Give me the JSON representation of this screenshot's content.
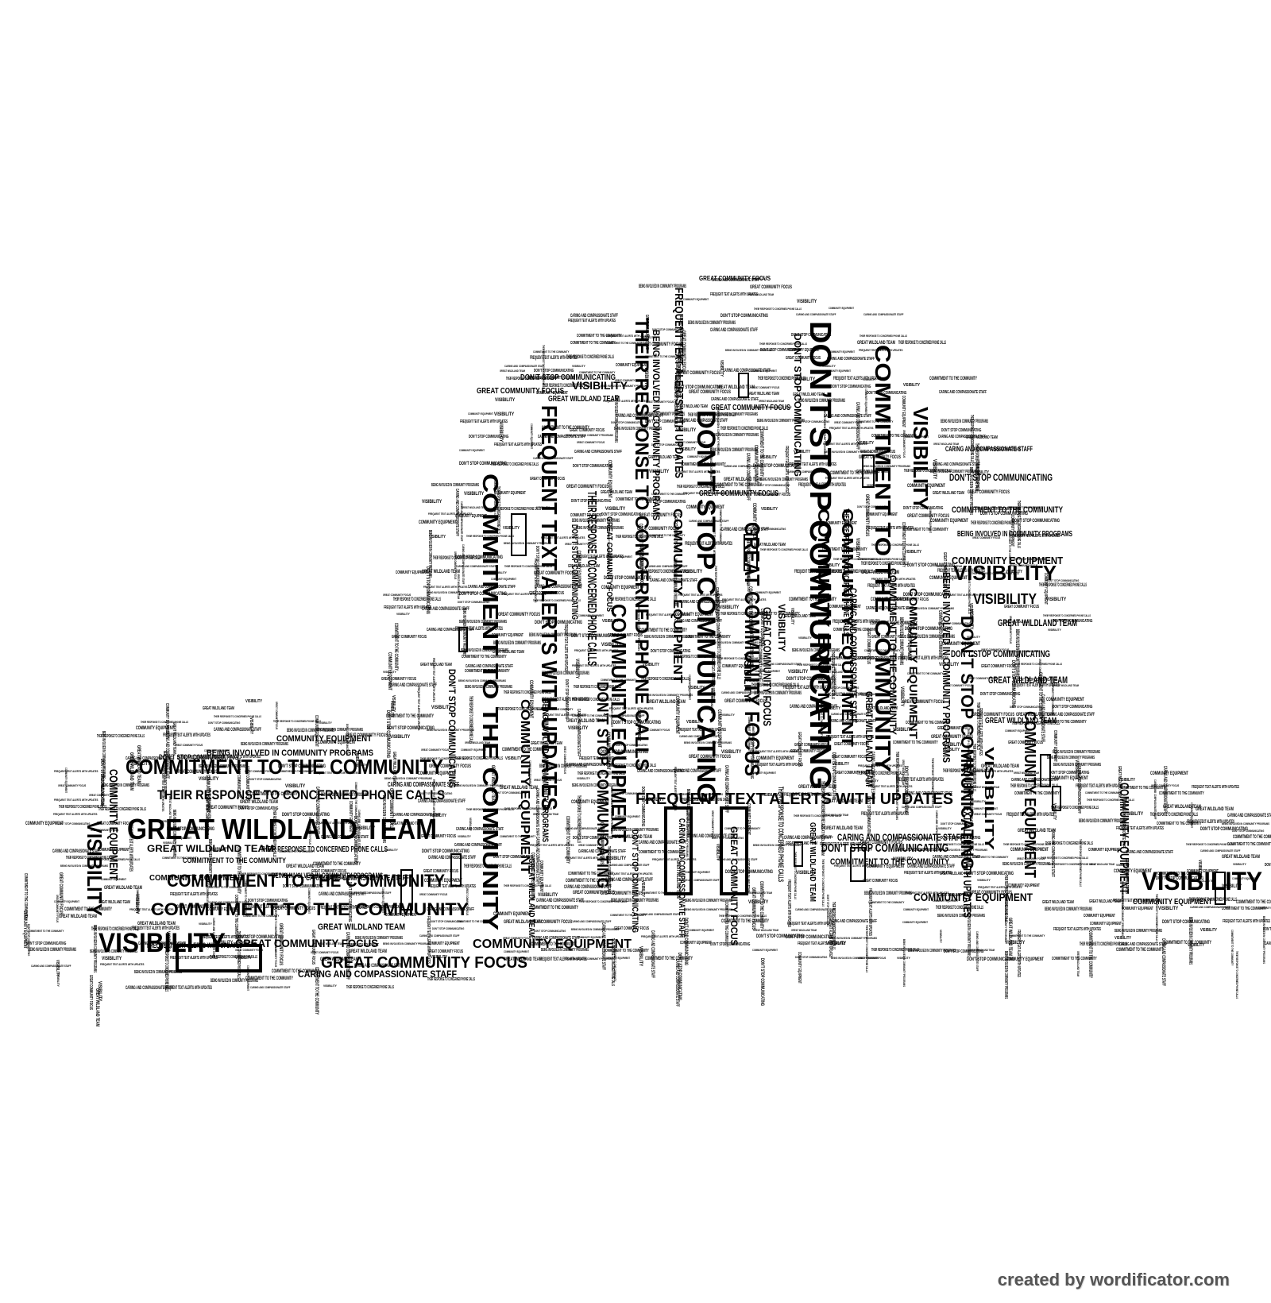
{
  "credit": "created by wordificator.com",
  "shape": "fire-helmet",
  "colors": {
    "ink": "#000000",
    "background": "#ffffff",
    "credit": "#555555"
  },
  "phrases": {
    "visibility": "VISIBILITY",
    "dont_stop": "DON’T STOP COMMUNICATING",
    "commitment": "COMMITMENT TO THE COMMUNITY",
    "great_wildland": "GREAT WILDLAND TEAM",
    "their_response": "THEIR RESPONSE TO CONCERNED PHONE CALLS",
    "frequent_text": "FREQUENT TEXT ALERTS WITH UPDATES",
    "community_equipment": "COMMUNITY EQUIPMENT",
    "great_focus": "GREAT COMMUNITY FOCUS",
    "caring": "CARING AND COMPASSIONATE STAFF",
    "being_involved": "BEING INVOLVED IN COMMUNITY PROGRAMS"
  }
}
